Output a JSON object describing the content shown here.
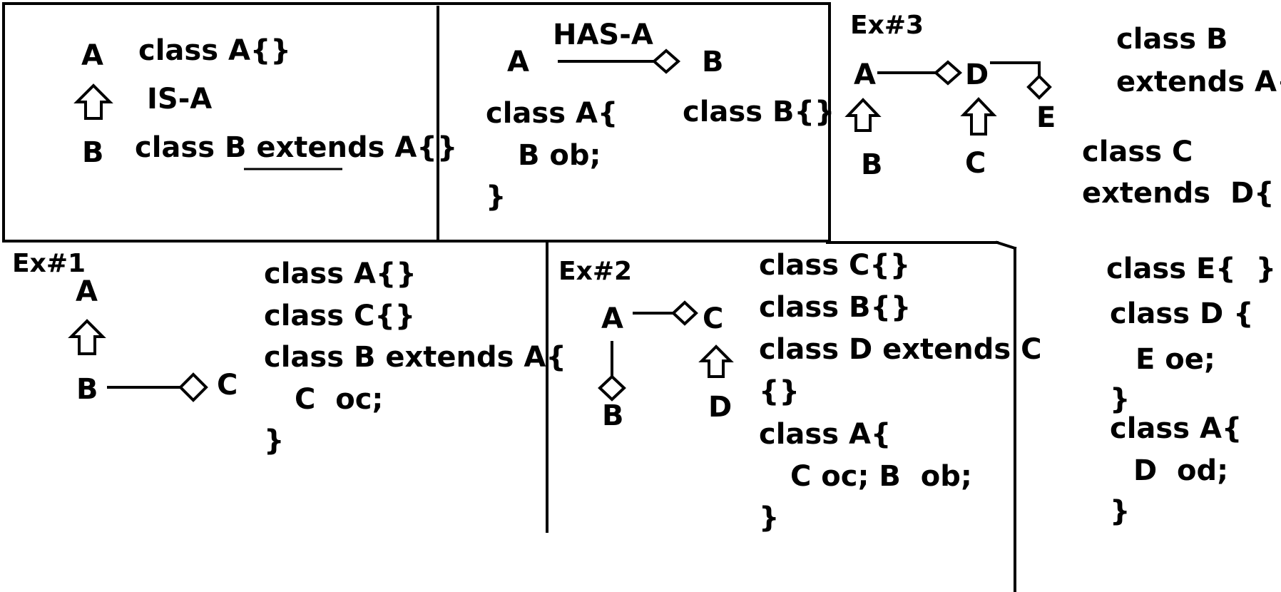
{
  "panel_isa": {
    "node_a": "A",
    "node_b": "B",
    "relation": "IS-A",
    "code_a": "class A{}",
    "code_b_prefix": "class B ",
    "code_b_keyword": "extends",
    "code_b_suffix": " A{}"
  },
  "panel_hasa": {
    "relation": "HAS-A",
    "node_a": "A",
    "node_b": "B",
    "code_a_lines": [
      "class A{",
      "B ob;",
      "}"
    ],
    "code_b": "class B{}"
  },
  "ex3": {
    "title": "Ex#3",
    "nodes": {
      "a": "A",
      "b": "B",
      "c": "C",
      "d": "D",
      "e": "E"
    },
    "code_lines": [
      "class B",
      "extends A{}",
      "class C",
      "extends  D{ }",
      "class E{  }",
      "class D {",
      "E oe;",
      "}",
      "class A{",
      "D  od;",
      "}"
    ]
  },
  "ex1": {
    "title": "Ex#1",
    "nodes": {
      "a": "A",
      "b": "B",
      "c": "C"
    },
    "code_lines": [
      "class A{}",
      "class C{}",
      "class B extends A{",
      "C  oc;",
      "}"
    ]
  },
  "ex2": {
    "title": "Ex#2",
    "nodes": {
      "a": "A",
      "b": "B",
      "c": "C",
      "d": "D"
    },
    "code_lines": [
      "class C{}",
      "class B{}",
      "class D extends C",
      "{}",
      "class A{",
      "C oc; B  ob;",
      "}"
    ]
  }
}
